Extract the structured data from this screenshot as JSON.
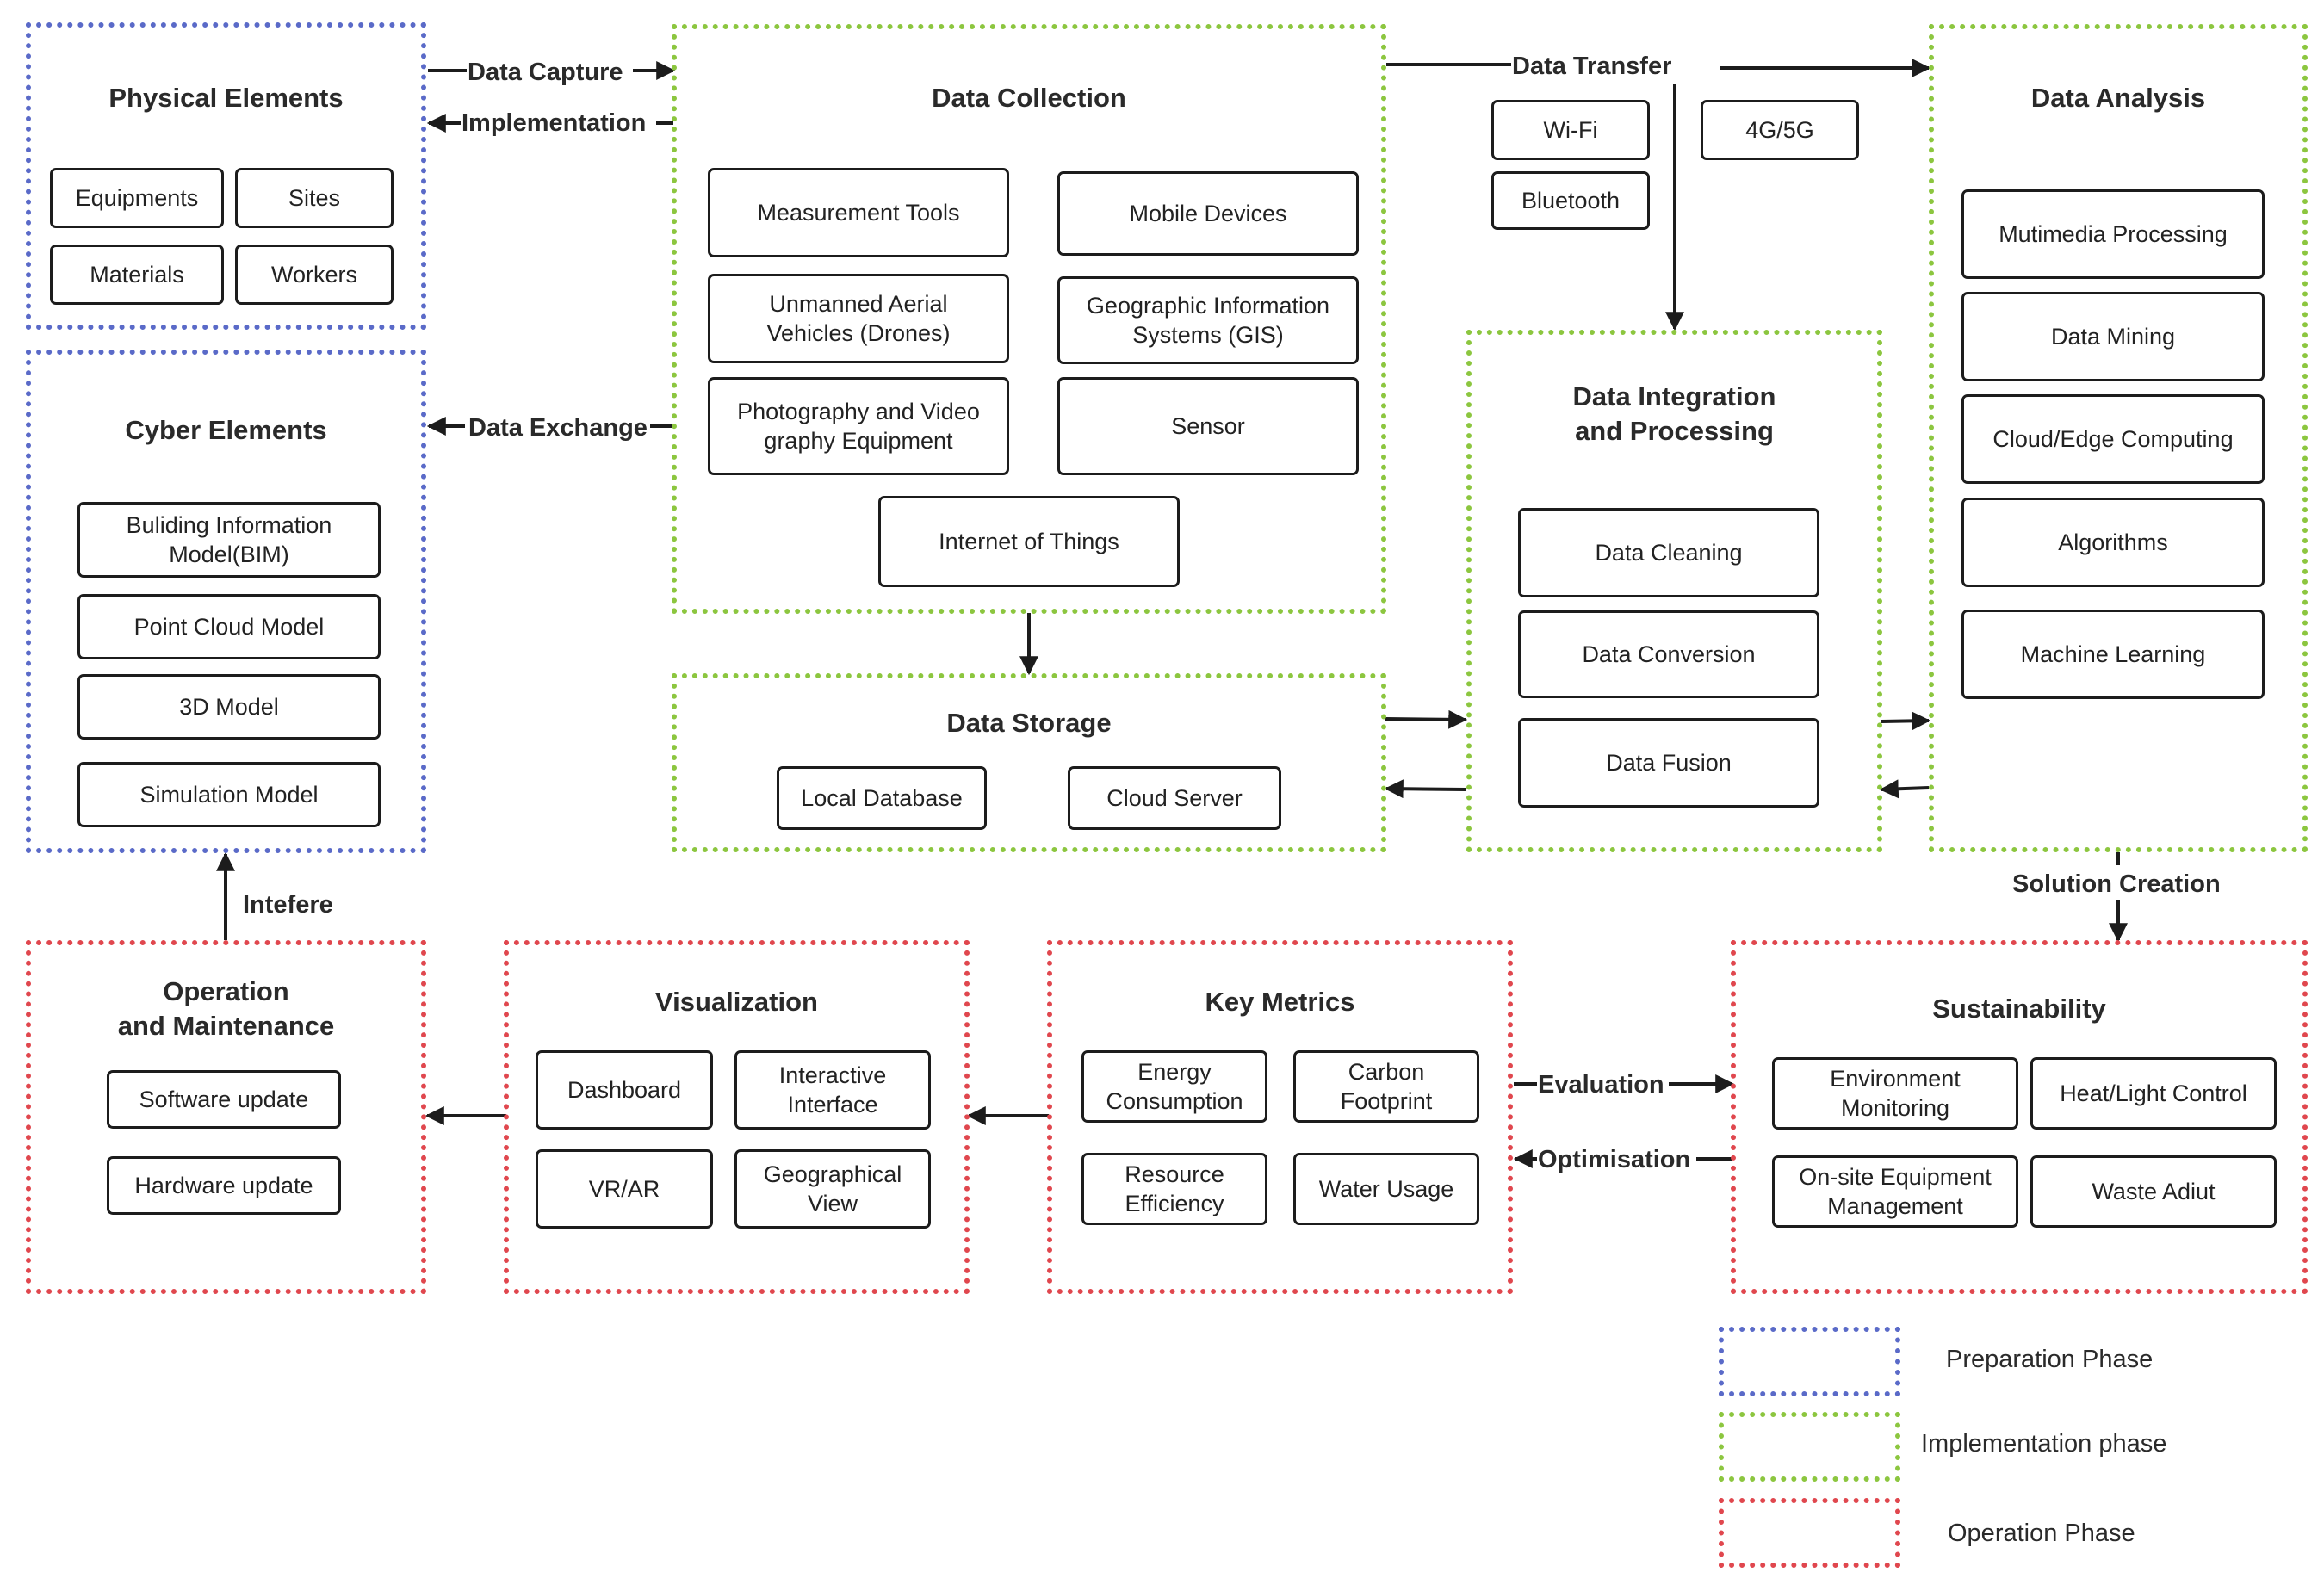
{
  "groups": {
    "physical": {
      "title": "Physical Elements",
      "items": [
        "Equipments",
        "Sites",
        "Materials",
        "Workers"
      ]
    },
    "cyber": {
      "title": "Cyber Elements",
      "items": [
        "Buliding Information\nModel(BIM)",
        "Point Cloud Model",
        "3D Model",
        "Simulation Model"
      ]
    },
    "collection": {
      "title": "Data Collection",
      "items": [
        "Measurement Tools",
        "Mobile Devices",
        "Unmanned Aerial\nVehicles (Drones)",
        "Geographic Information\nSystems (GIS)",
        "Photography and Video\ngraphy Equipment",
        "Sensor",
        "Internet of Things"
      ]
    },
    "storage": {
      "title": "Data Storage",
      "items": [
        "Local Database",
        "Cloud Server"
      ]
    },
    "integration": {
      "title": "Data Integration\nand Processing",
      "items": [
        "Data Cleaning",
        "Data Conversion",
        "Data Fusion"
      ]
    },
    "analysis": {
      "title": "Data Analysis",
      "items": [
        "Mutimedia Processing",
        "Data Mining",
        "Cloud/Edge Computing",
        "Algorithms",
        "Machine Learning"
      ]
    },
    "operation": {
      "title": "Operation\nand Maintenance",
      "items": [
        "Software update",
        "Hardware update"
      ]
    },
    "visualization": {
      "title": "Visualization",
      "items": [
        "Dashboard",
        "Interactive\nInterface",
        "VR/AR",
        "Geographical\nView"
      ]
    },
    "metrics": {
      "title": "Key Metrics",
      "items": [
        "Energy\nConsumption",
        "Carbon\nFootprint",
        "Resource\nEfficiency",
        "Water Usage"
      ]
    },
    "sustainability": {
      "title": "Sustainability",
      "items": [
        "Environment\nMonitoring",
        "Heat/Light Control",
        "On-site Equipment\nManagement",
        "Waste Adiut"
      ]
    }
  },
  "transfer": {
    "items": [
      "Wi-Fi",
      "4G/5G",
      "Bluetooth"
    ]
  },
  "edge_labels": {
    "data_capture": "Data Capture",
    "implementation": "Implementation",
    "data_exchange": "Data Exchange",
    "data_transfer": "Data Transfer",
    "intefere": "Intefere",
    "solution_creation": "Solution Creation",
    "evaluation": "Evaluation",
    "optimisation": "Optimisation"
  },
  "legend": [
    {
      "label": "Preparation Phase",
      "color": "#5a6ac8"
    },
    {
      "label": "Implementation phase",
      "color": "#8cc63f"
    },
    {
      "label": "Operation Phase",
      "color": "#e0474e"
    }
  ],
  "colors": {
    "preparation": "#5a6ac8",
    "implementation": "#8cc63f",
    "operation": "#e0474e",
    "line": "#1c1c1c"
  }
}
